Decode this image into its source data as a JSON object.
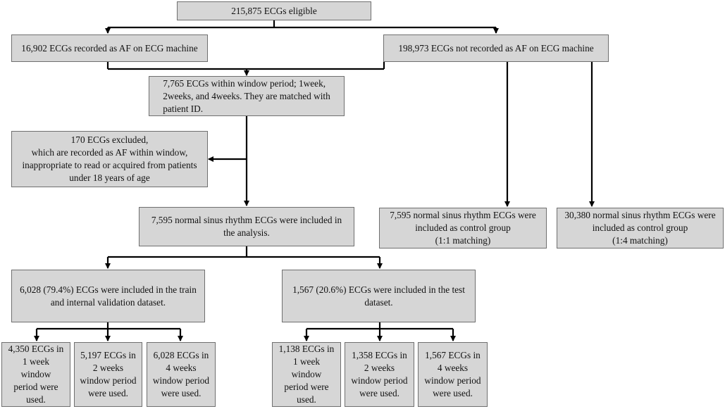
{
  "boxes": {
    "eligible": "215,875 ECGs eligible",
    "af_recorded": "16,902 ECGs recorded as AF on ECG machine",
    "not_af_recorded": "198,973 ECGs not recorded as AF on ECG machine",
    "window": "7,765 ECGs within window period; 1week,\n2weeks, and 4weeks. They are matched with\npatient ID.",
    "excluded": "170 ECGs excluded,\nwhich are recorded as AF within window,\ninappropriate to read or acquired from patients\nunder 18 years of age",
    "included": "7,595 normal sinus rhythm ECGs were included in\nthe analysis.",
    "control_1_1": "7,595 normal sinus rhythm ECGs were\nincluded as control group\n(1:1 matching)",
    "control_1_4": "30,380 normal sinus rhythm ECGs were\nincluded as control group\n(1:4 matching)",
    "train": "6,028 (79.4%) ECGs were included in the train\nand internal validation dataset.",
    "test": "1,567 (20.6%) ECGs were included in the test\ndataset.",
    "train_1w": "4,350 ECGs in\n1 week window\nperiod were\nused.",
    "train_2w": "5,197 ECGs in\n2 weeks\nwindow period\nwere used.",
    "train_4w": "6,028 ECGs in\n4 weeks\nwindow period\nwere used.",
    "test_1w": "1,138 ECGs in\n1 week window\nperiod were\nused.",
    "test_2w": "1,358 ECGs in\n2 weeks\nwindow period\nwere used.",
    "test_4w": "1,567 ECGs in\n4 weeks\nwindow period\nwere used."
  },
  "colors": {
    "box_fill": "#d6d6d6",
    "box_border": "#6f6f6f",
    "line": "#000000"
  }
}
